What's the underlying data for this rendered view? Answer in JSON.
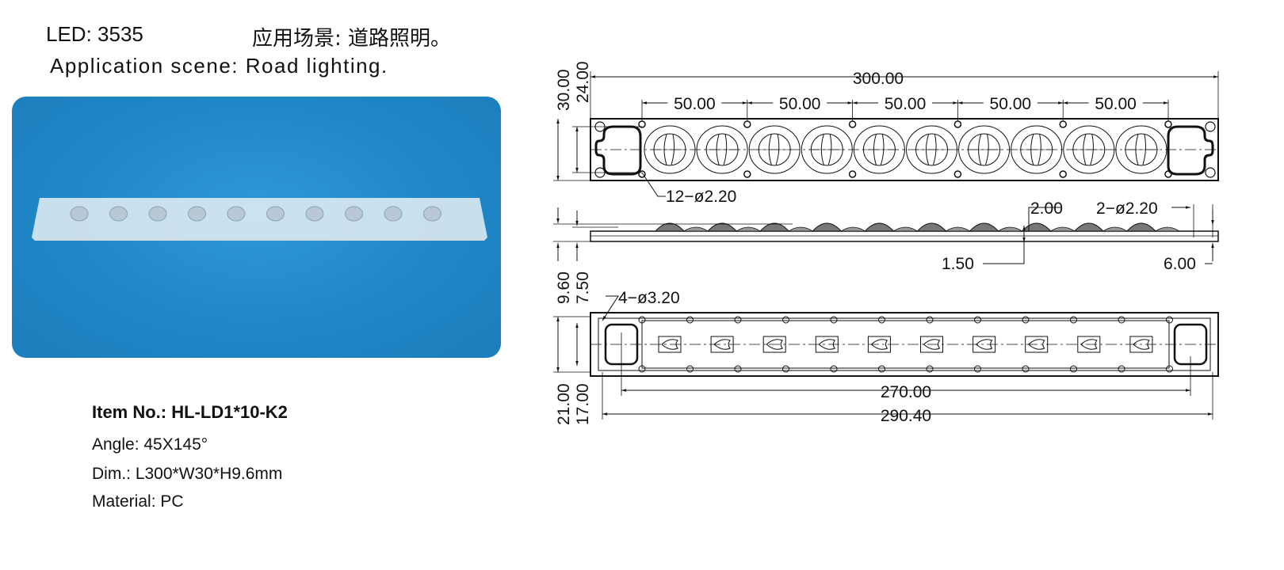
{
  "header": {
    "led": "LED: 3535",
    "scene_cn": "应用场景: 道路照明。",
    "scene_en": "Application scene: Road lighting."
  },
  "product": {
    "item_no": "Item No.: HL-LD1*10-K2",
    "angle": "Angle: 45X145°",
    "dim": "Dim.: L300*W30*H9.6mm",
    "material": "Material: PC"
  },
  "drawing": {
    "top_view": {
      "length": "300.00",
      "pitch": [
        "50.00",
        "50.00",
        "50.00",
        "50.00",
        "50.00"
      ],
      "width_outer": "30.00",
      "width_inner": "24.00",
      "holes": "12−ø2.20",
      "lens_count": 10
    },
    "side_view": {
      "height_total": "9.60",
      "height_body": "7.50",
      "dim_2": "2.00",
      "dim_1_5": "1.50",
      "holes": "2−ø2.20",
      "dim_6": "6.00"
    },
    "bottom_view": {
      "holes": "4−ø3.20",
      "width_outer": "21.00",
      "width_inner": "17.00",
      "hole_span": "270.00",
      "length": "290.40"
    }
  }
}
